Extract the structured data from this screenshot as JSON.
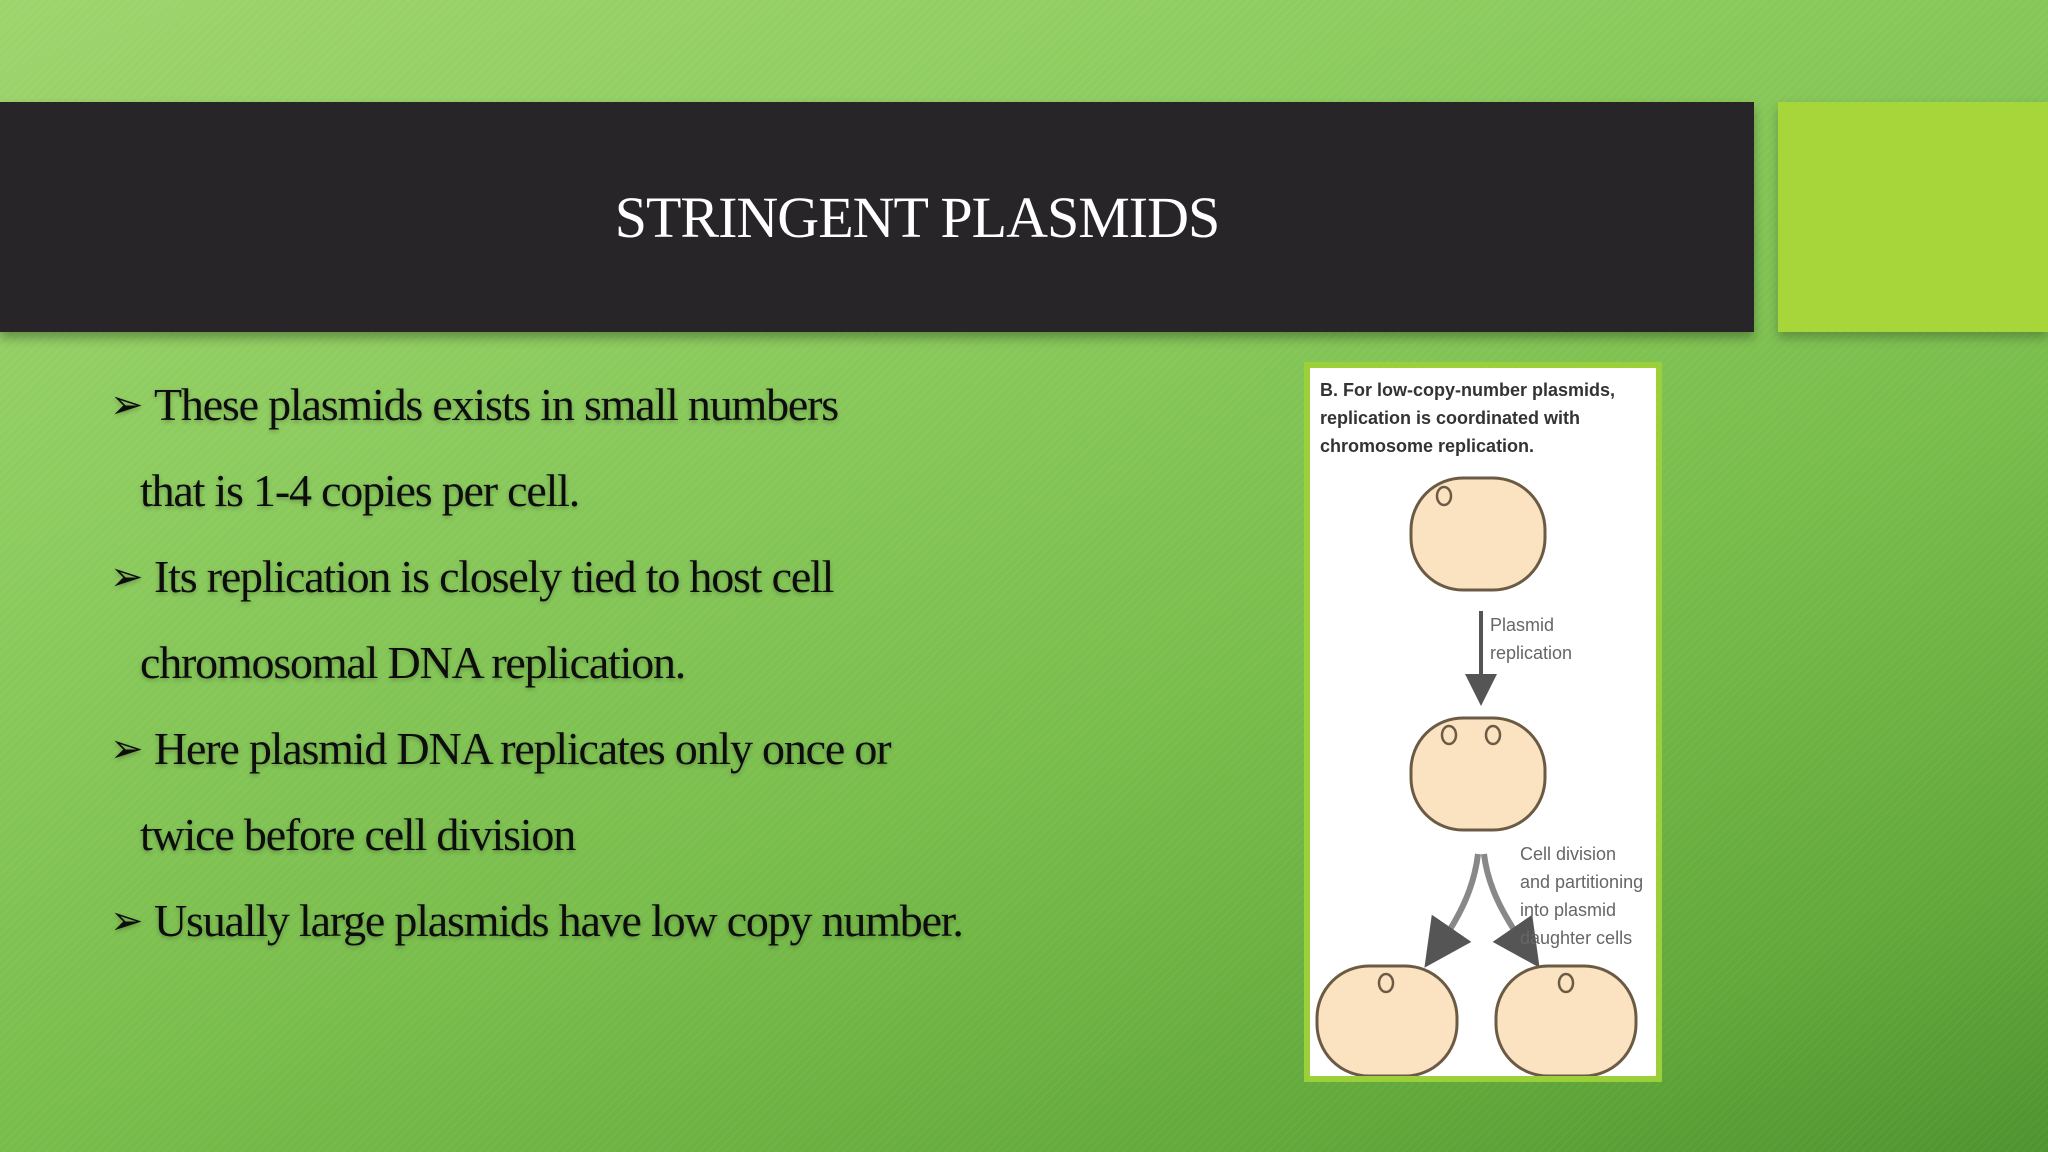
{
  "slide": {
    "title": "STRINGENT PLASMIDS",
    "bullet_marker": "➢",
    "bullets": [
      {
        "line1": "These plasmids exists in small numbers",
        "line2": "that is  1-4 copies per cell."
      },
      {
        "line1": "Its replication is closely tied to host cell",
        "line2": "chromosomal DNA replication."
      },
      {
        "line1": "Here  plasmid DNA replicates only once or",
        "line2": "twice before cell division"
      },
      {
        "line1": "Usually large plasmids have low copy number.",
        "line2": ""
      }
    ]
  },
  "figure": {
    "caption": [
      "B. For low-copy-number plasmids,",
      "replication is coordinated with",
      "chromosome replication."
    ],
    "step1_label": [
      "Plasmid",
      "replication"
    ],
    "step2_label": [
      "Cell division",
      "and partitioning",
      "into plasmid",
      "daughter cells"
    ]
  },
  "colors": {
    "title_bar": "#272528",
    "accent": "#a6d63a",
    "cell_fill": "#fbe3c2",
    "cell_stroke": "#6b5b44"
  }
}
